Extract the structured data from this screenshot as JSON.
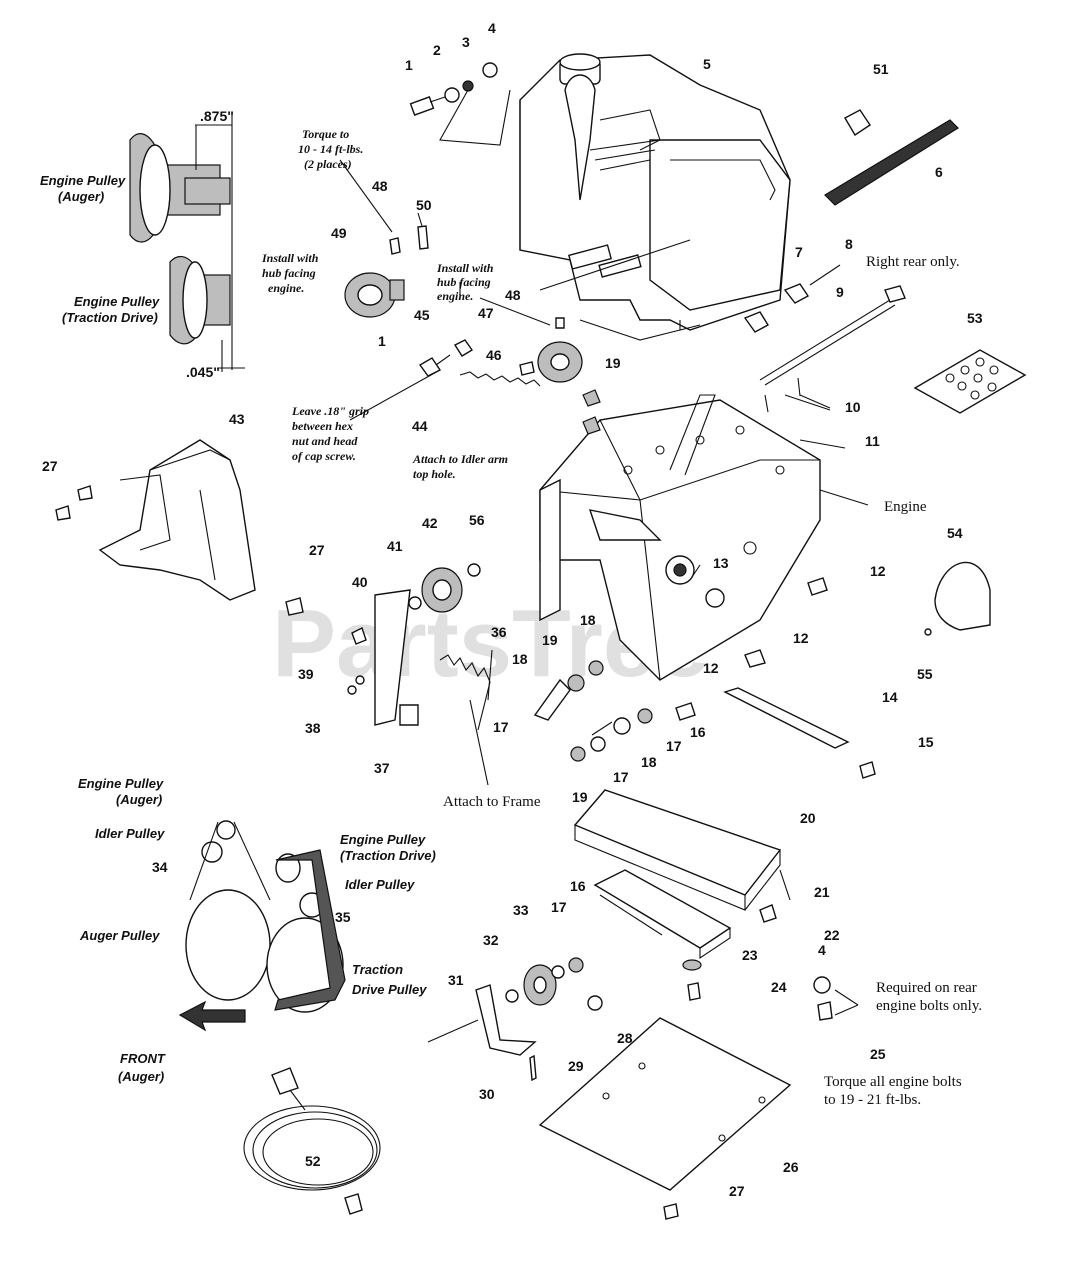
{
  "watermark": "PartsTree",
  "part_numbers": [
    {
      "id": "1a",
      "text": "1"
    },
    {
      "id": "2",
      "text": "2"
    },
    {
      "id": "3",
      "text": "3"
    },
    {
      "id": "4a",
      "text": "4"
    },
    {
      "id": "5",
      "text": "5"
    },
    {
      "id": "51",
      "text": "51"
    },
    {
      "id": "6",
      "text": "6"
    },
    {
      "id": "48a",
      "text": "48"
    },
    {
      "id": "50",
      "text": "50"
    },
    {
      "id": "49",
      "text": "49"
    },
    {
      "id": "48b",
      "text": "48"
    },
    {
      "id": "45",
      "text": "45"
    },
    {
      "id": "47",
      "text": "47"
    },
    {
      "id": "1b",
      "text": "1"
    },
    {
      "id": "46",
      "text": "46"
    },
    {
      "id": "7",
      "text": "7"
    },
    {
      "id": "8",
      "text": "8"
    },
    {
      "id": "9",
      "text": "9"
    },
    {
      "id": "53",
      "text": "53"
    },
    {
      "id": "19a",
      "text": "19"
    },
    {
      "id": "10",
      "text": "10"
    },
    {
      "id": "44",
      "text": "44"
    },
    {
      "id": "43",
      "text": "43"
    },
    {
      "id": "11",
      "text": "11"
    },
    {
      "id": "27a",
      "text": "27"
    },
    {
      "id": "42",
      "text": "42"
    },
    {
      "id": "56",
      "text": "56"
    },
    {
      "id": "13",
      "text": "13"
    },
    {
      "id": "54",
      "text": "54"
    },
    {
      "id": "12a",
      "text": "12"
    },
    {
      "id": "27b",
      "text": "27"
    },
    {
      "id": "41",
      "text": "41"
    },
    {
      "id": "40",
      "text": "40"
    },
    {
      "id": "36",
      "text": "36"
    },
    {
      "id": "12b",
      "text": "12"
    },
    {
      "id": "55",
      "text": "55"
    },
    {
      "id": "39",
      "text": "39"
    },
    {
      "id": "19b",
      "text": "19"
    },
    {
      "id": "18a",
      "text": "18"
    },
    {
      "id": "18b",
      "text": "18"
    },
    {
      "id": "12c",
      "text": "12"
    },
    {
      "id": "14",
      "text": "14"
    },
    {
      "id": "38",
      "text": "38"
    },
    {
      "id": "17a",
      "text": "17"
    },
    {
      "id": "16a",
      "text": "16"
    },
    {
      "id": "37",
      "text": "37"
    },
    {
      "id": "17b",
      "text": "17"
    },
    {
      "id": "15",
      "text": "15"
    },
    {
      "id": "18c",
      "text": "18"
    },
    {
      "id": "17c",
      "text": "17"
    },
    {
      "id": "19c",
      "text": "19"
    },
    {
      "id": "20",
      "text": "20"
    },
    {
      "id": "34",
      "text": "34"
    },
    {
      "id": "21",
      "text": "21"
    },
    {
      "id": "35",
      "text": "35"
    },
    {
      "id": "22",
      "text": "22"
    },
    {
      "id": "16b",
      "text": "16"
    },
    {
      "id": "33",
      "text": "33"
    },
    {
      "id": "17d",
      "text": "17"
    },
    {
      "id": "32",
      "text": "32"
    },
    {
      "id": "23",
      "text": "23"
    },
    {
      "id": "31",
      "text": "31"
    },
    {
      "id": "24",
      "text": "24"
    },
    {
      "id": "4b",
      "text": "4"
    },
    {
      "id": "28",
      "text": "28"
    },
    {
      "id": "25",
      "text": "25"
    },
    {
      "id": "29",
      "text": "29"
    },
    {
      "id": "30",
      "text": "30"
    },
    {
      "id": "26",
      "text": "26"
    },
    {
      "id": "52",
      "text": "52"
    },
    {
      "id": "27c",
      "text": "27"
    }
  ],
  "dimensions": {
    "top": ".875\"",
    "bottom": ".045\""
  },
  "pulley_callouts": {
    "engine_auger": [
      "Engine Pulley",
      "(Auger)"
    ],
    "engine_traction": [
      "Engine Pulley",
      "(Traction Drive)"
    ]
  },
  "notes": {
    "torque_idler": [
      "Torque to",
      "10 - 14 ft-lbs.",
      "(2 places)"
    ],
    "install_hub_49": [
      "Install with",
      "hub facing",
      "engine."
    ],
    "install_hub_47": [
      "Install with",
      "hub facing",
      "engine."
    ],
    "leave_grip": [
      "Leave .18\" grip",
      "between hex",
      "nut and head",
      "of cap screw."
    ],
    "attach_idler": [
      "Attach to Idler arm",
      "top hole."
    ]
  },
  "labels": {
    "right_rear": "Right rear only.",
    "engine": "Engine",
    "attach_frame": "Attach to Frame",
    "required_rear": [
      "Required on rear",
      "engine bolts only."
    ],
    "torque_engine": [
      "Torque all engine bolts",
      "to 19 - 21 ft-lbs."
    ]
  },
  "belt_diagram": {
    "engine_pulley_auger": [
      "Engine Pulley",
      "(Auger)"
    ],
    "idler_pulley_1": "Idler Pulley",
    "engine_pulley_traction": [
      "Engine Pulley",
      "(Traction Drive)"
    ],
    "idler_pulley_2": "Idler Pulley",
    "auger_pulley": "Auger Pulley",
    "traction_drive_pulley": [
      "Traction",
      "Drive Pulley"
    ],
    "front": [
      "FRONT",
      "(Auger)"
    ]
  }
}
